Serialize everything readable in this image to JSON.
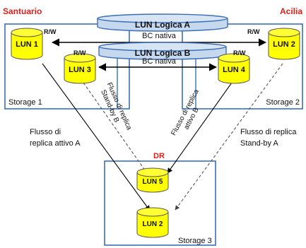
{
  "sites": {
    "left": "Santuario",
    "right": "Acilia",
    "center": "DR"
  },
  "logical_luns": {
    "a": {
      "title": "LUN Logica A",
      "link": "BC nativa"
    },
    "b": {
      "title": "LUN Logica B",
      "link": "BC nativa"
    }
  },
  "luns": {
    "lun1": "LUN 1",
    "lun2_right": "LUN 2",
    "lun3": "LUN 3",
    "lun4": "LUN 4",
    "lun5": "LUN 5",
    "lun2_bottom": "LUN 2"
  },
  "rw_labels": {
    "lun1": "R/W",
    "lun2_right": "R/W",
    "lun3": "R/W",
    "lun4": "R/W"
  },
  "storages": {
    "s1": "Storage 1",
    "s2": "Storage 2",
    "s3": "Storage 3"
  },
  "flows": {
    "active_a_line1": "Flusso di",
    "active_a_line2": "replica attivo A",
    "standby_a_line1": "Flusso di replica",
    "standby_a_line2": "Stand-by A",
    "standby_b_line1": "Flusso di replica",
    "standby_b_line2": "Stand-by B",
    "active_b_line1": "Flusso di replica",
    "active_b_line2": "attivo B"
  },
  "colors": {
    "site_label": "#e0201b",
    "box_stroke": "#3b6fb5",
    "lun_fill": "#ffff00",
    "logical_fill": "#c6d8ee"
  }
}
